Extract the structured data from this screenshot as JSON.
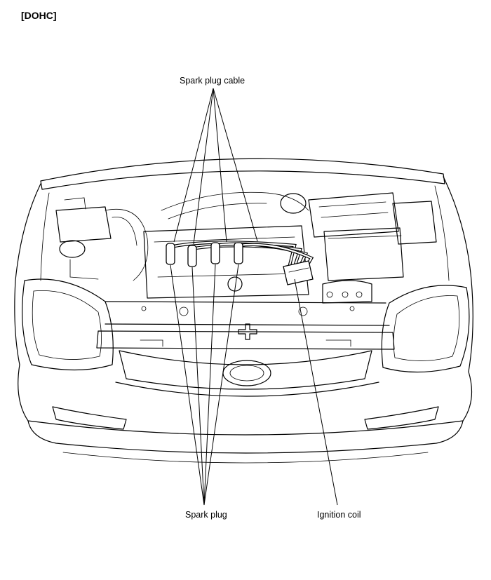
{
  "figure": {
    "heading": "[DOHC]",
    "labels": {
      "spark_plug_cable": "Spark plug cable",
      "spark_plug": "Spark plug",
      "ignition_coil": "Ignition coil"
    }
  }
}
